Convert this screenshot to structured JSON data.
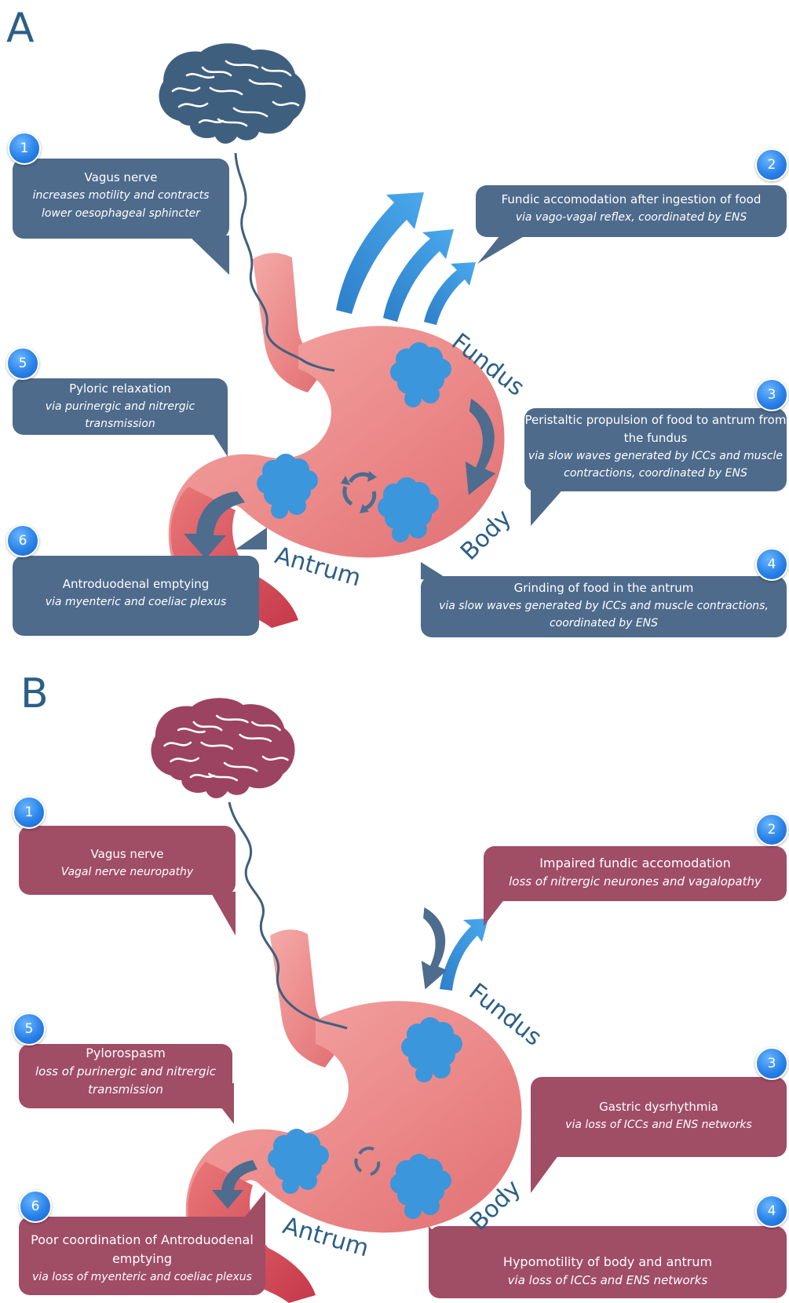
{
  "panels": [
    {
      "letter": "A",
      "regions": {
        "fundus": "Fundus",
        "body": "Body",
        "antrum": "Antrum"
      },
      "callouts": [
        {
          "num": "1",
          "title": "Vagus nerve",
          "subtitle": "increases motility and contracts lower oesophageal sphincter"
        },
        {
          "num": "2",
          "title": "Fundic accomodation after ingestion of food",
          "subtitle": "via vago-vagal reflex, coordinated by ENS"
        },
        {
          "num": "3",
          "title": "Peristaltic propulsion of food to antrum from the fundus",
          "subtitle": "via slow waves generated by ICCs and muscle contractions, coordinated by ENS"
        },
        {
          "num": "4",
          "title": "Grinding of food in the antrum",
          "subtitle": "via slow waves generated by ICCs and muscle contractions, coordinated by ENS"
        },
        {
          "num": "5",
          "title": "Pyloric relaxation",
          "subtitle": "via purinergic and nitrergic transmission"
        },
        {
          "num": "6",
          "title": "Antroduodenal emptying",
          "subtitle": "via myenteric and coeliac plexus"
        }
      ]
    },
    {
      "letter": "B",
      "regions": {
        "fundus": "Fundus",
        "body": "Body",
        "antrum": "Antrum"
      },
      "callouts": [
        {
          "num": "1",
          "title": "Vagus nerve",
          "subtitle": "Vagal nerve neuropathy"
        },
        {
          "num": "2",
          "title": "Impaired fundic accomodation",
          "subtitle": "loss of nitrergic neurones and vagalopathy"
        },
        {
          "num": "3",
          "title": "Gastric dysrhythmia",
          "subtitle": "via loss of ICCs and ENS networks"
        },
        {
          "num": "4",
          "title": "Hypomotility of body and antrum",
          "subtitle": "via loss of ICCs and ENS networks"
        },
        {
          "num": "5",
          "title": "Pylorospasm",
          "subtitle": "loss of purinergic and nitrergic transmission"
        },
        {
          "num": "6",
          "title": "Poor coordination of Antroduodenal emptying",
          "subtitle": "via loss of myenteric and coeliac plexus"
        }
      ]
    }
  ],
  "colors": {
    "panel_a_box": "#4e6b8c",
    "panel_b_box": "#a04d66",
    "brain_a": "#3f5f7f",
    "brain_b": "#9c4361",
    "stomach": "#ea8a8a",
    "food": "#3b96dc",
    "arrow": "#3b96dc",
    "label": "#2c5f86"
  }
}
